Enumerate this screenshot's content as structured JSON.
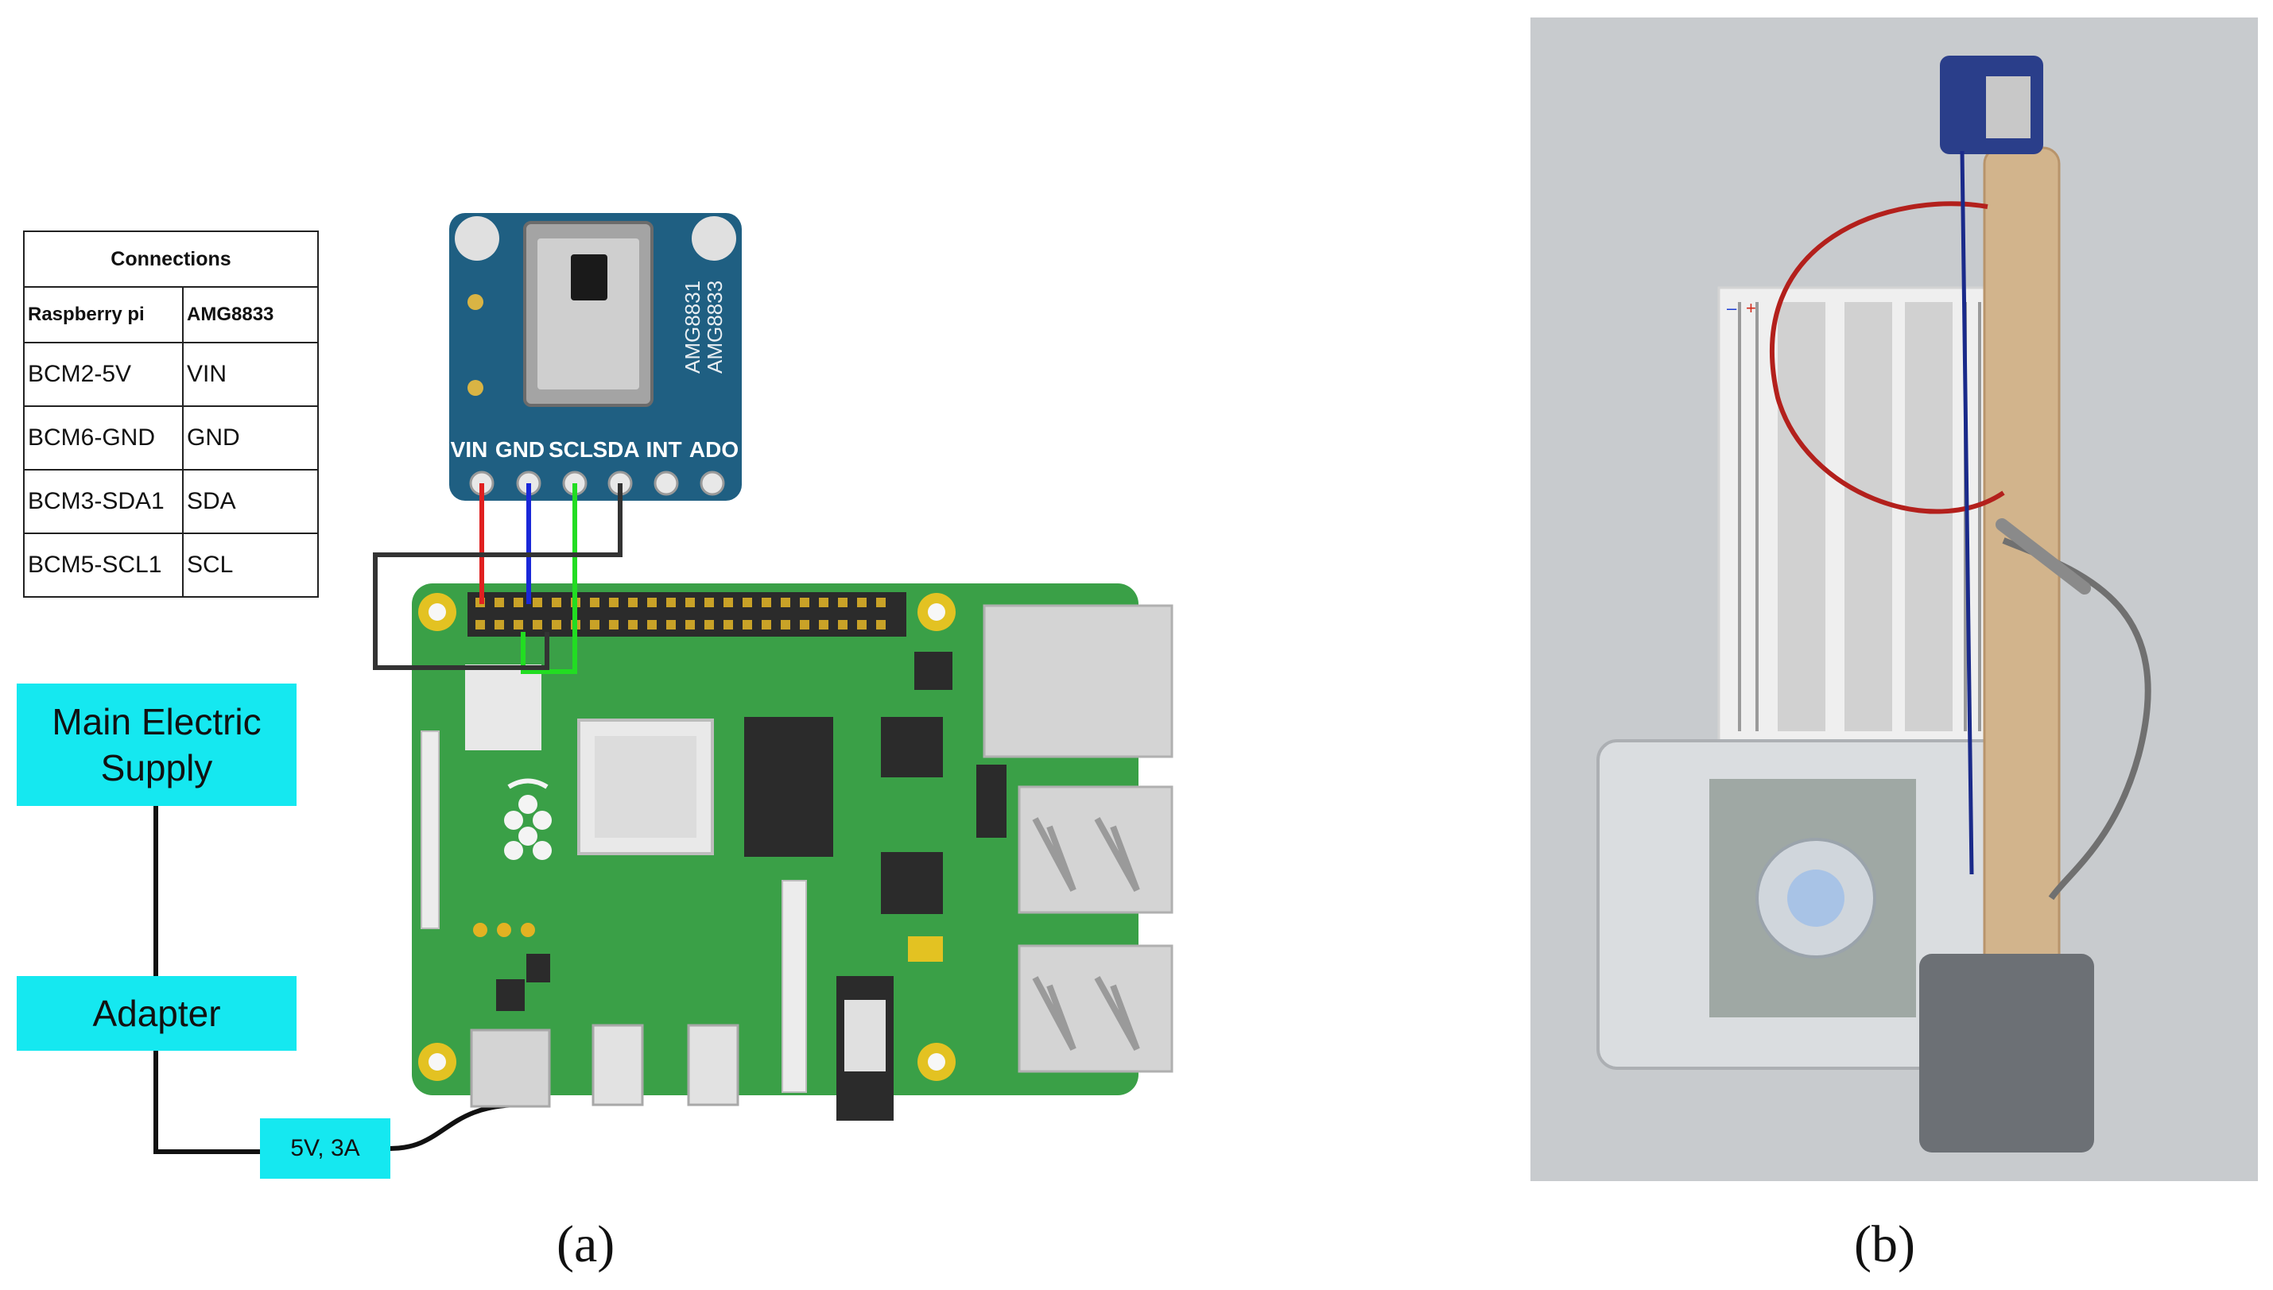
{
  "connections": {
    "title": "Connections",
    "col_pi": "Raspberry pi",
    "col_sensor": "AMG8833",
    "rows": [
      {
        "pi": "BCM2-5V",
        "sensor": "VIN"
      },
      {
        "pi": "BCM6-GND",
        "sensor": "GND"
      },
      {
        "pi": "BCM3-SDA1",
        "sensor": "SDA"
      },
      {
        "pi": "BCM5-SCL1",
        "sensor": "SCL"
      }
    ]
  },
  "power": {
    "mains_line1": "Main Electric",
    "mains_line2": "Supply",
    "adapter": "Adapter",
    "spec": "5V, 3A"
  },
  "sensor_board": {
    "pins": [
      "VIN",
      "GND",
      "SCL",
      "SDA",
      "INT",
      "ADO"
    ],
    "chip_text_1": "AMG8831",
    "chip_text_2": "AMG8833"
  },
  "captions": {
    "a": "(a)",
    "b": "(b)"
  },
  "colors": {
    "box_fill": "#15e8f0",
    "pcb_green": "#3aa047",
    "sensor_board": "#1f5f82",
    "wire_vin": "#e02020",
    "wire_gnd": "#1a28d8",
    "wire_scl": "#22dd22",
    "wire_sda": "#333333"
  }
}
